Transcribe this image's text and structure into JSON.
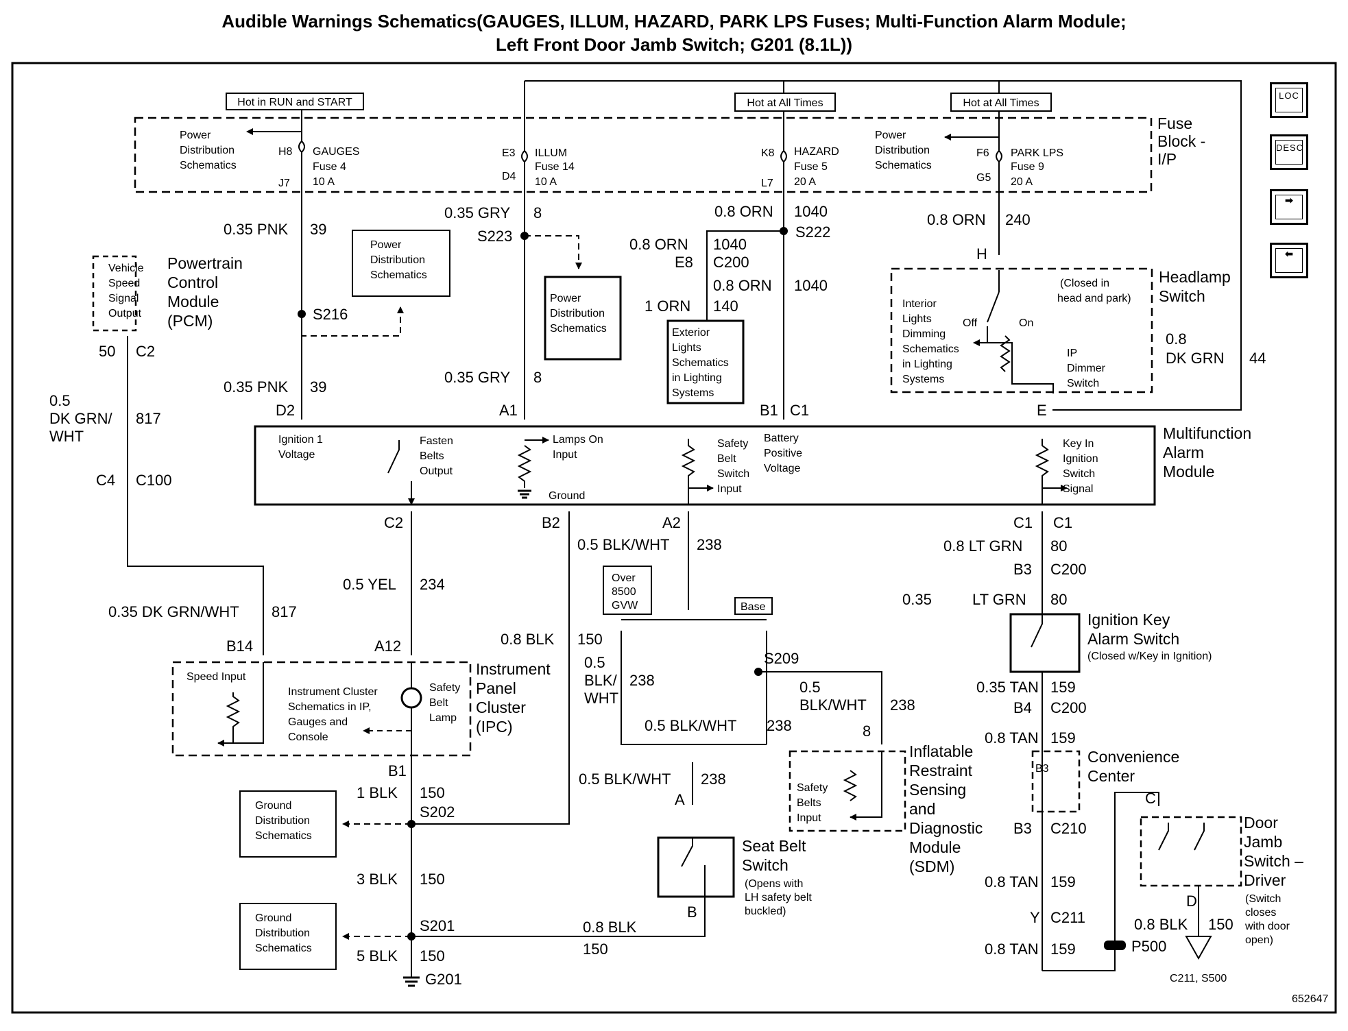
{
  "title": {
    "line1": "Audible Warnings Schematics(GAUGES, ILLUM, HAZARD, PARK LPS Fuses; Multi-Function Alarm Module;",
    "line2": "Left Front Door Jamb Switch; G201 (8.1L))"
  },
  "nav": {
    "loc_label": "LOC",
    "desc_label": "DESC",
    "next_icon": "right-arrow-icon",
    "prev_icon": "left-arrow-icon"
  },
  "figure_id": "652647",
  "fuse_block": {
    "label_1": "Fuse",
    "label_2": "Block -",
    "label_3": "I/P",
    "hot_run": "Hot in RUN and START",
    "hot_all_1": "Hot at All Times",
    "hot_all_2": "Hot at All Times",
    "pds_line1": "Power",
    "pds_line2": "Distribution",
    "pds_line3": "Schematics",
    "gauges": {
      "top_pin": "H8",
      "bottom_pin": "J7",
      "name": "GAUGES",
      "fuse": "Fuse 4",
      "amps": "10 A"
    },
    "illum": {
      "top_pin": "E3",
      "bottom_pin": "D4",
      "name": "ILLUM",
      "fuse": "Fuse 14",
      "amps": "10 A"
    },
    "hazard": {
      "top_pin": "K8",
      "bottom_pin": "L7",
      "name": "HAZARD",
      "fuse": "Fuse 5",
      "amps": "20 A"
    },
    "park": {
      "top_pin": "F6",
      "bottom_pin": "G5",
      "name": "PARK LPS",
      "fuse": "Fuse 9",
      "amps": "20 A"
    }
  },
  "pcm": {
    "title_1": "Powertrain",
    "title_2": "Control",
    "title_3": "Module",
    "title_4": "(PCM)",
    "signal_1": "Vehicle",
    "signal_2": "Speed",
    "signal_3": "Signal",
    "signal_4": "Output",
    "pin": "50",
    "conn": "C2"
  },
  "wires": {
    "pnk_a": "0.35 PNK",
    "pnk_a_num": "39",
    "pnk_b": "0.35 PNK",
    "pnk_b_num": "39",
    "gry_a": "0.35 GRY",
    "gry_a_num": "8",
    "gry_b": "0.35 GRY",
    "gry_b_num": "8",
    "orn_a": "0.8 ORN",
    "orn_a_num": "1040",
    "orn_b": "0.8 ORN",
    "orn_b_num": "1040",
    "orn_c": "0.8 ORN",
    "orn_c_num": "1040",
    "orn_d": "1 ORN",
    "orn_d_num": "140",
    "orn_park": "0.8 ORN",
    "orn_park_num": "240",
    "dkgrn_1": "0.5",
    "dkgrn_2": "DK GRN/",
    "dkgrn_3": "WHT",
    "dkgrn_num": "817",
    "dkgrnwht": "0.35 DK GRN/WHT",
    "dkgrnwht_num": "817",
    "dkgrn44_1": "0.8",
    "dkgrn44_2": "DK GRN",
    "dkgrn44_num": "44",
    "yel": "0.5 YEL",
    "yel_num": "234",
    "blk_b2": "0.8 BLK",
    "blk_b2_num": "150",
    "blkwht_a2": "0.5 BLK/WHT",
    "blkwht_a2_num": "238",
    "blkwht_l1": "0.5",
    "blkwht_l2": "BLK/",
    "blkwht_l3": "WHT",
    "blkwht_l_num": "238",
    "blkwht_bot": "0.5 BLK/WHT",
    "blkwht_bot_num": "238",
    "blkwht_r1": "0.5",
    "blkwht_r2": "BLK/WHT",
    "blkwht_r_num": "238",
    "blkwht_sb": "0.5 BLK/WHT",
    "blkwht_sb_num": "238",
    "blk1": "1 BLK",
    "blk1_num": "150",
    "blk3": "3 BLK",
    "blk3_num": "150",
    "blk5": "5 BLK",
    "blk5_num": "150",
    "blk08": "0.8 BLK",
    "blk08_num": "150",
    "ltgrn_a": "0.8 LT GRN",
    "ltgrn_a_num": "80",
    "ltgrn_b1": "0.35",
    "ltgrn_b2": "LT GRN",
    "ltgrn_b_num": "80",
    "tan_a": "0.35 TAN",
    "tan_a_num": "159",
    "tan_b": "0.8 TAN",
    "tan_b_num": "159",
    "tan_c": "0.8 TAN",
    "tan_c_num": "159",
    "tan_d": "0.8 TAN",
    "tan_d_num": "159",
    "blk_door": "0.8 BLK",
    "blk_door_num": "150"
  },
  "connectors": {
    "c2": "C2",
    "c4": "C4",
    "c100": "C100",
    "d2": "D2",
    "a1": "A1",
    "b1": "B1",
    "c1": "C1",
    "e8": "E8",
    "c200a": "C200",
    "h": "H",
    "e": "E",
    "mam_c2": "C2",
    "mam_b2": "B2",
    "mam_a2": "A2",
    "mam_c1a": "C1",
    "mam_c1b": "C1",
    "b3a": "B3",
    "c200b": "C200",
    "b4": "B4",
    "c200c": "C200",
    "b14": "B14",
    "a12": "A12",
    "ipc_b1": "B1",
    "pin8": "8",
    "sb_a": "A",
    "sb_b": "B",
    "b3b": "B3",
    "c210": "C210",
    "y": "Y",
    "c211": "C211",
    "p500": "P500",
    "door_c": "C",
    "door_d": "D",
    "cc_b3": "B3"
  },
  "splices": {
    "s223": "S223",
    "s222": "S222",
    "s216": "S216",
    "s209": "S209",
    "s202": "S202",
    "s201": "S201",
    "g201": "G201",
    "ground_ref": "C211, S500"
  },
  "boxes": {
    "pds_1": "Power",
    "pds_2": "Distribution",
    "pds_3": "Schematics",
    "ext_1": "Exterior",
    "ext_2": "Lights",
    "ext_3": "Schematics",
    "ext_4": "in Lighting",
    "ext_5": "Systems",
    "gds_1": "Ground",
    "gds_2": "Distribution",
    "gds_3": "Schematics",
    "over_1": "Over",
    "over_2": "8500",
    "over_3": "GVW",
    "base": "Base"
  },
  "headlamp": {
    "title_1": "Headlamp",
    "title_2": "Switch",
    "closed_1": "(Closed in",
    "closed_2": "head and park)",
    "int_1": "Interior",
    "int_2": "Lights",
    "int_3": "Dimming",
    "int_4": "Schematics",
    "int_5": "in Lighting",
    "int_6": "Systems",
    "off": "Off",
    "on": "On",
    "ip_1": "IP",
    "ip_2": "Dimmer",
    "ip_3": "Switch"
  },
  "mam": {
    "title_1": "Multifunction",
    "title_2": "Alarm",
    "title_3": "Module",
    "ign_1": "Ignition 1",
    "ign_2": "Voltage",
    "fb_1": "Fasten",
    "fb_2": "Belts",
    "fb_3": "Output",
    "lamps_1": "Lamps On",
    "lamps_2": "Input",
    "ground": "Ground",
    "sb_1": "Safety",
    "sb_2": "Belt",
    "sb_3": "Switch",
    "sb_4": "Input",
    "batt_1": "Battery",
    "batt_2": "Positive",
    "batt_3": "Voltage",
    "key_1": "Key In",
    "key_2": "Ignition",
    "key_3": "Switch",
    "key_4": "Signal"
  },
  "ipc": {
    "title_1": "Instrument",
    "title_2": "Panel",
    "title_3": "Cluster",
    "title_4": "(IPC)",
    "speed": "Speed Input",
    "ref_1": "Instrument Cluster",
    "ref_2": "Schematics in IP,",
    "ref_3": "Gauges and",
    "ref_4": "Console",
    "lamp_1": "Safety",
    "lamp_2": "Belt",
    "lamp_3": "Lamp"
  },
  "seatbelt": {
    "title_1": "Seat Belt",
    "title_2": "Switch",
    "note_1": "(Opens with",
    "note_2": "LH safety belt",
    "note_3": "buckled)"
  },
  "sdm": {
    "title_1": "Inflatable",
    "title_2": "Restraint",
    "title_3": "Sensing",
    "title_4": "and",
    "title_5": "Diagnostic",
    "title_6": "Module",
    "title_7": "(SDM)",
    "input_1": "Safety",
    "input_2": "Belts",
    "input_3": "Input"
  },
  "ignkey": {
    "title_1": "Ignition Key",
    "title_2": "Alarm Switch",
    "note": "(Closed w/Key in Ignition)"
  },
  "convenience": {
    "title_1": "Convenience",
    "title_2": "Center"
  },
  "door": {
    "title_1": "Door",
    "title_2": "Jamb",
    "title_3": "Switch –",
    "title_4": "Driver",
    "note_1": "(Switch",
    "note_2": "closes",
    "note_3": "with door",
    "note_4": "open)"
  }
}
